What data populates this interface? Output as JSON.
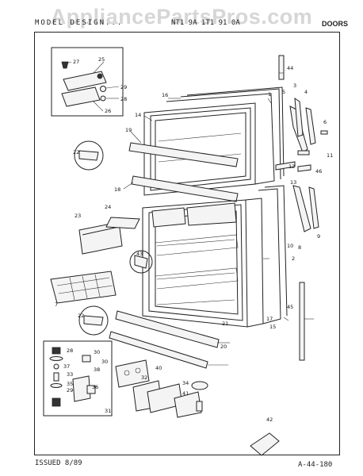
{
  "watermark": "AppliancePartsPros.com",
  "header": {
    "left_text": "MODEL DESIGN...",
    "model_text": "NT1 9A  1T1 91 0A",
    "section": "DOORS"
  },
  "footer": {
    "issued": "ISSUED 8/89",
    "drawing_number": "A-44-180"
  },
  "callouts": [
    "1",
    "2",
    "3",
    "4",
    "5",
    "6",
    "7",
    "8",
    "9",
    "10",
    "11",
    "12",
    "13",
    "14",
    "15",
    "16",
    "17",
    "18",
    "19",
    "20",
    "21",
    "22",
    "22",
    "23",
    "24",
    "25",
    "26",
    "27",
    "28",
    "28",
    "29",
    "29",
    "30",
    "30",
    "31",
    "32",
    "33",
    "34",
    "35",
    "36",
    "37",
    "38",
    "40",
    "41",
    "42",
    "43",
    "44",
    "45",
    "46"
  ]
}
